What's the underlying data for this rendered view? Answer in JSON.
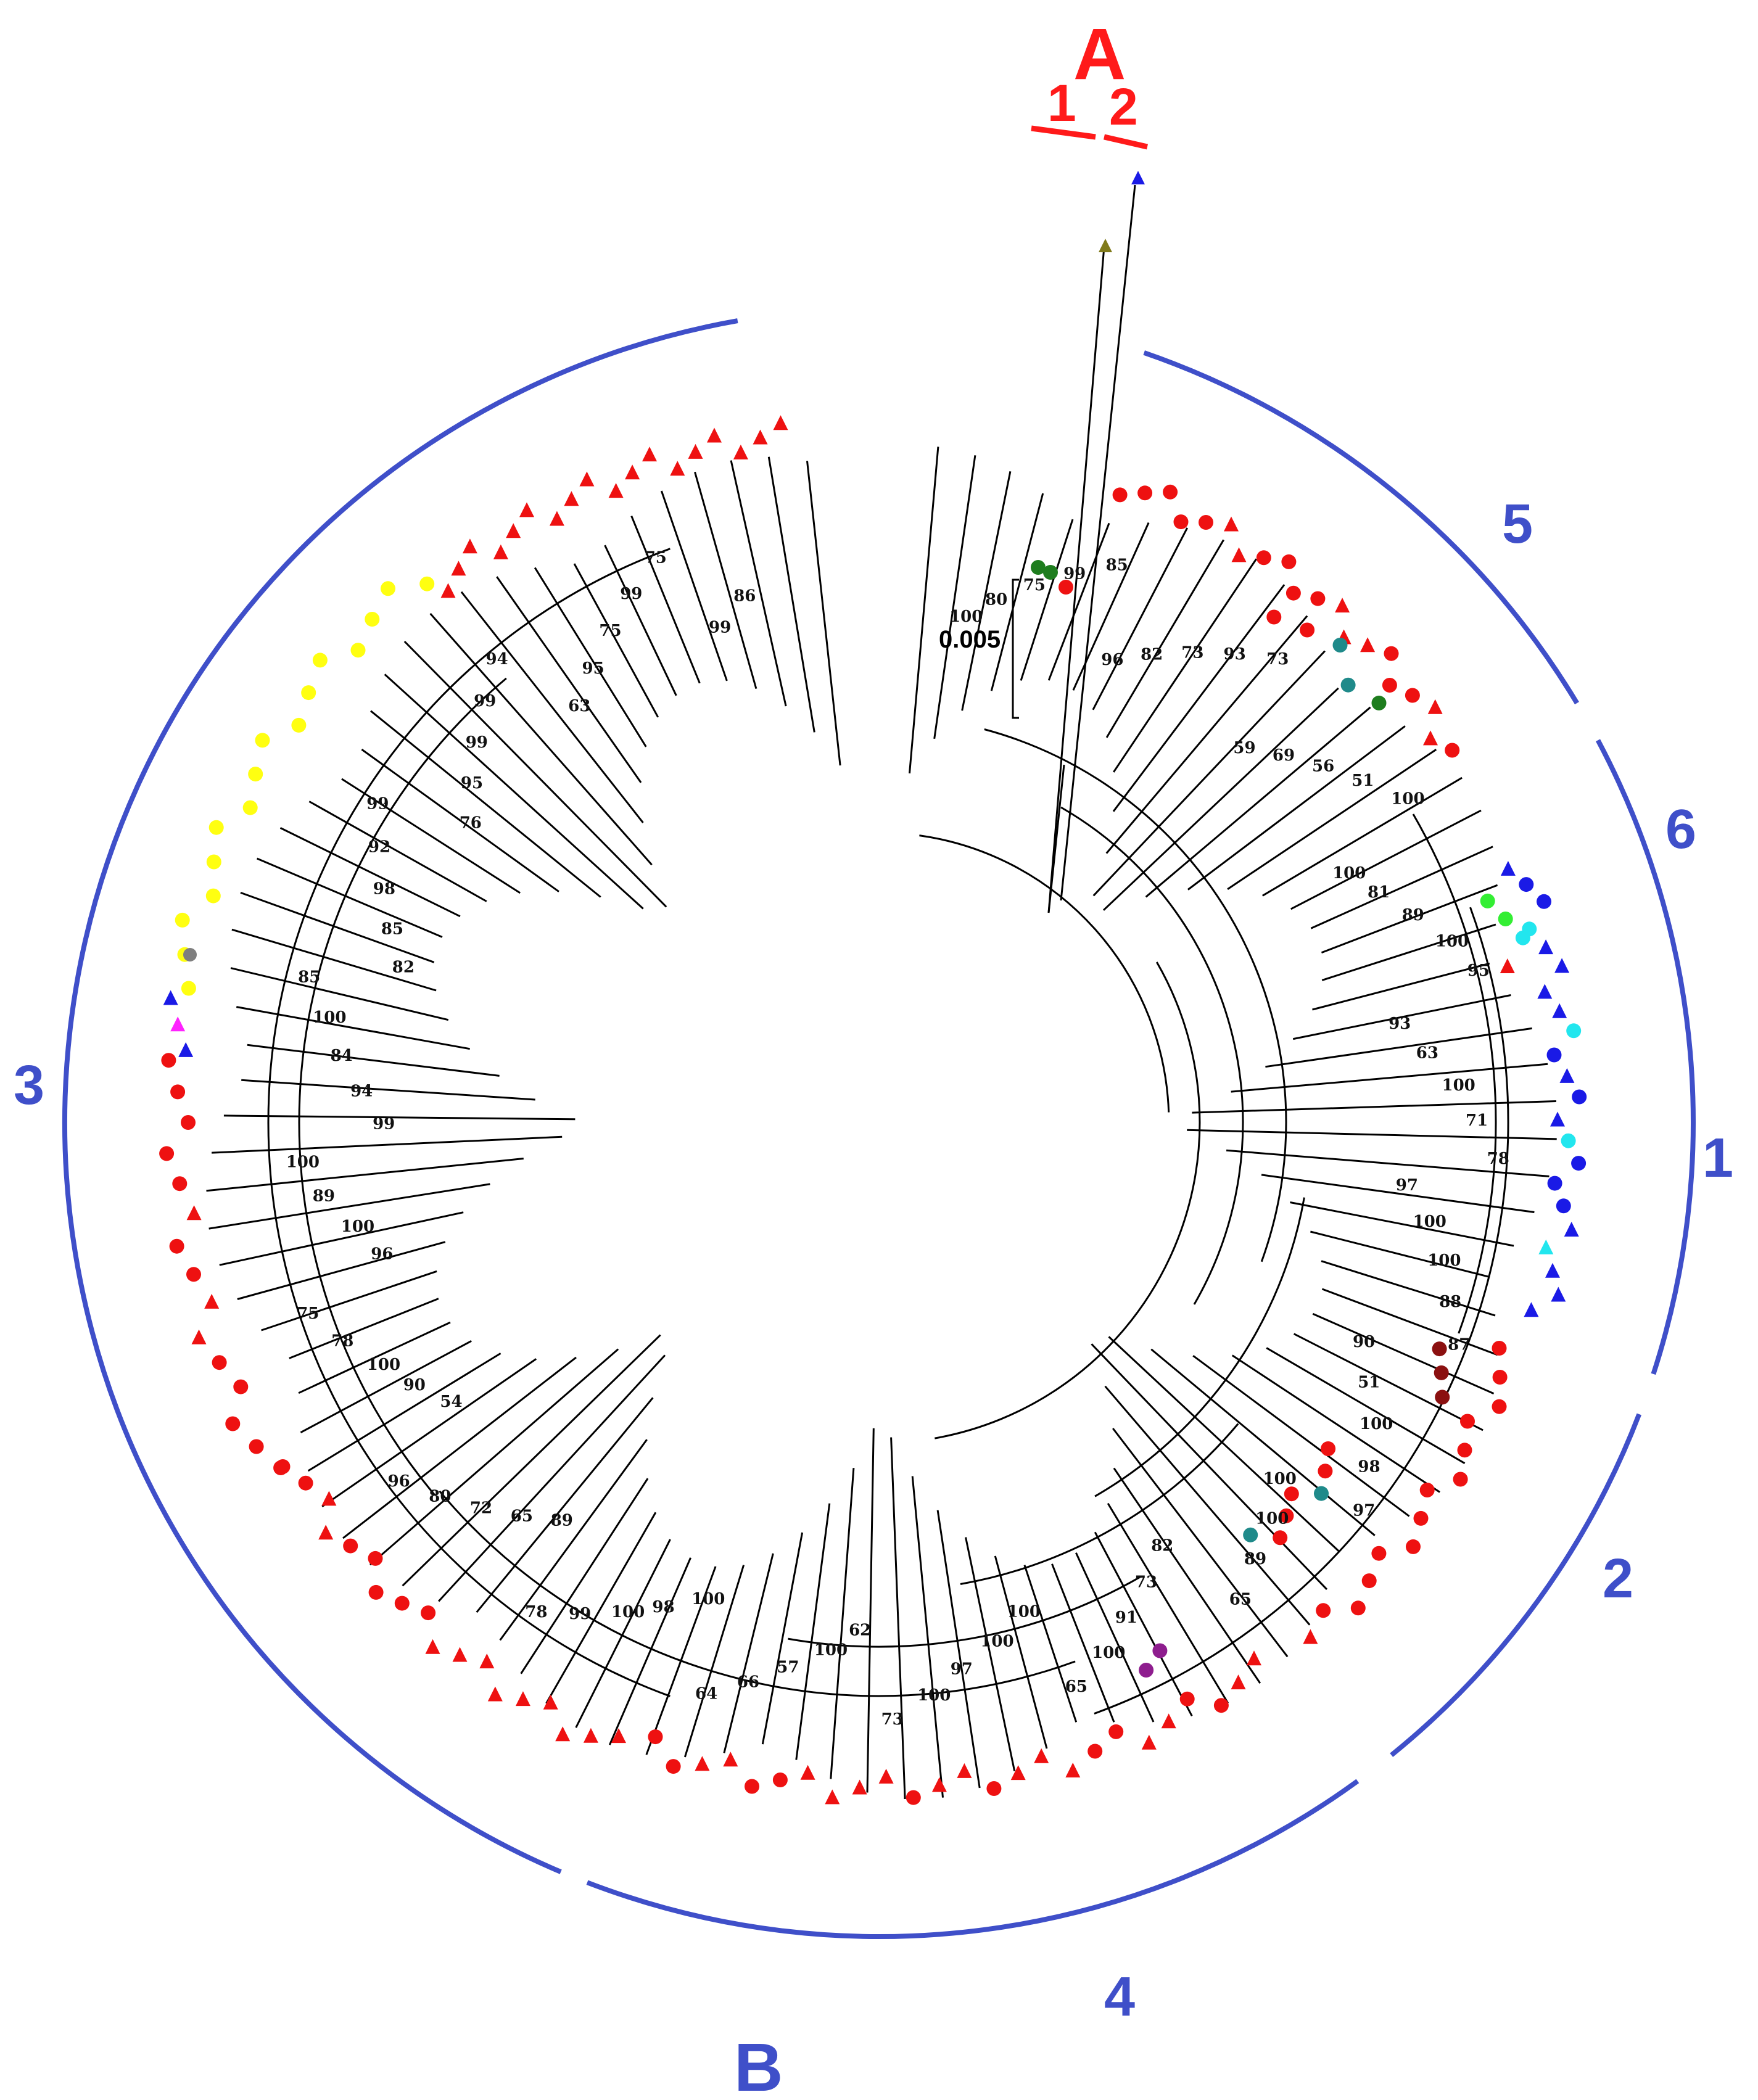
{
  "tree": {
    "scale_bar_label": "0.005",
    "bootstrap_labels": [
      "100",
      "80",
      "75",
      "99",
      "85",
      "96",
      "82",
      "73",
      "93",
      "73",
      "59",
      "69",
      "56",
      "51",
      "100",
      "100",
      "81",
      "89",
      "100",
      "95",
      "93",
      "63",
      "100",
      "71",
      "78",
      "97",
      "100",
      "100",
      "88",
      "87",
      "90",
      "51",
      "100",
      "98",
      "97",
      "100",
      "100",
      "89",
      "65",
      "82",
      "73",
      "91",
      "100",
      "65",
      "100",
      "100",
      "97",
      "100",
      "73",
      "62",
      "100",
      "57",
      "66",
      "64",
      "100",
      "98",
      "100",
      "99",
      "78",
      "89",
      "65",
      "72",
      "80",
      "96",
      "54",
      "90",
      "100",
      "78",
      "75",
      "96",
      "100",
      "89",
      "100",
      "99",
      "94",
      "84",
      "100",
      "85",
      "82",
      "85",
      "98",
      "92",
      "99",
      "76",
      "95",
      "99",
      "99",
      "94",
      "63",
      "95",
      "75",
      "99",
      "75",
      "99",
      "86"
    ],
    "group_labels": {
      "a": "A",
      "a1": "1",
      "a2": "2",
      "b": "B",
      "c1": "1",
      "c2": "2",
      "c3": "3",
      "c4": "4",
      "c5": "5",
      "c6": "6"
    },
    "colors": {
      "branch": "#000000",
      "clade_arc": "#3f4fc9",
      "group_a": "#ff1a1a",
      "red": "#ee1111",
      "blue": "#1a1ae6",
      "yellow": "#ffff11",
      "green": "#1e7d1e",
      "light_green": "#33ee33",
      "cyan": "#22e6ee",
      "teal": "#1f8a8a",
      "dark_red": "#8b1010",
      "purple": "#8e1d8e",
      "magenta": "#ff22ff",
      "gray": "#7f7f7f",
      "olive": "#807a1a"
    }
  }
}
